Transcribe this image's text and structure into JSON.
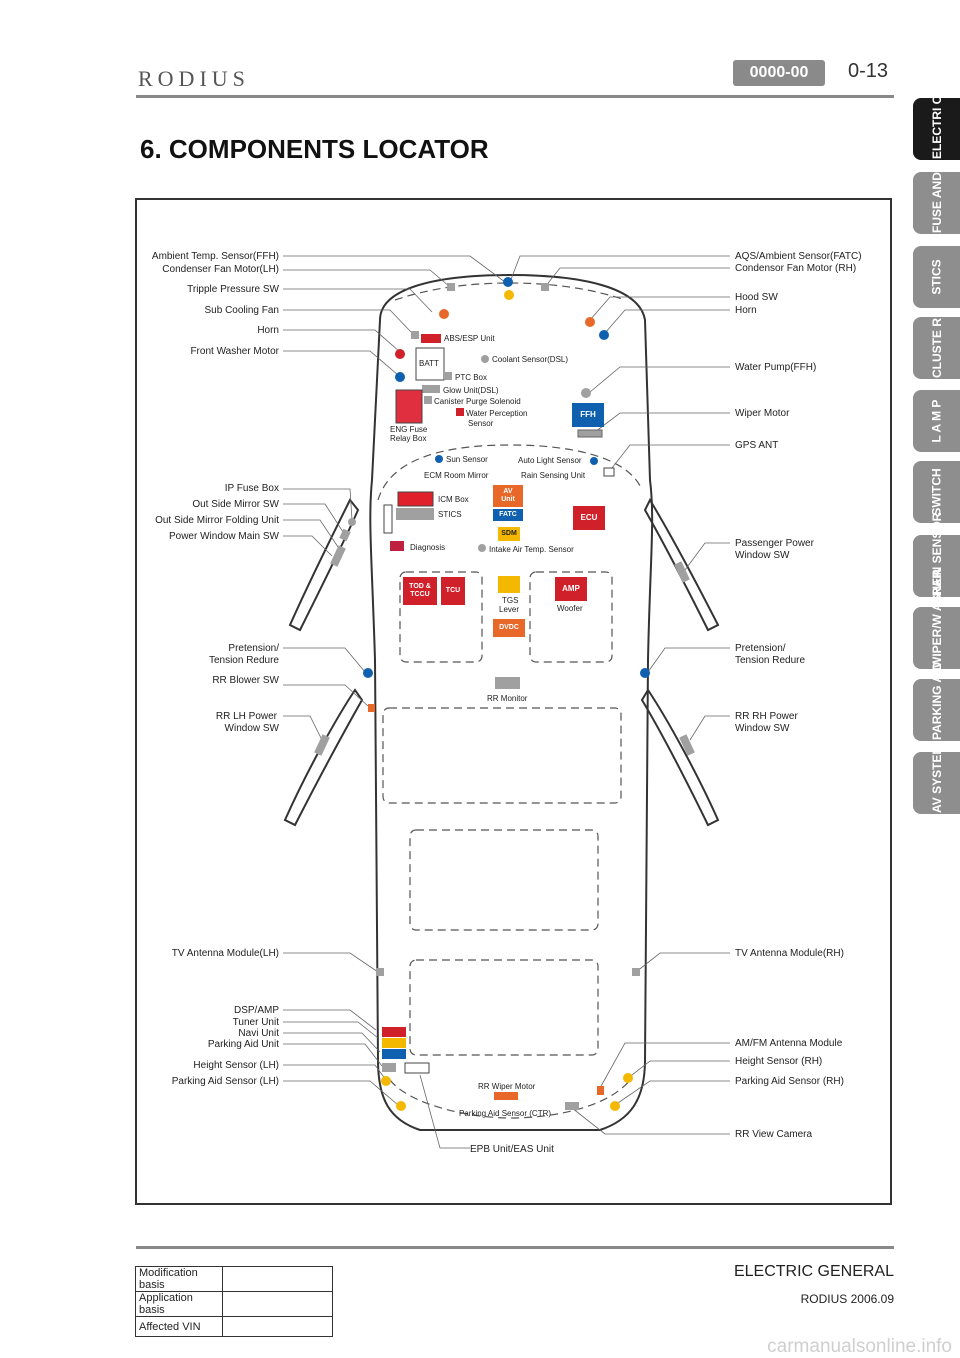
{
  "header": {
    "logo": "RODIUS",
    "code": "0000-00",
    "page": "0-13"
  },
  "title": "6. COMPONENTS LOCATOR",
  "tabs": [
    "ELECTRI C",
    "FUSE AND",
    "STICS",
    "CLUSTE R",
    "L A M P",
    "SWITCH",
    "RAIN SENSOR",
    "WIPER/W ASHER",
    "PARKING AID",
    "AV SYSTEM"
  ],
  "labels_left": [
    "Ambient Temp. Sensor(FFH)",
    "Condenser Fan Motor(LH)",
    "Tripple Pressure SW",
    "Sub Cooling Fan",
    "Horn",
    "Front Washer Motor",
    "IP Fuse Box",
    "Out Side Mirror SW",
    "Out Side Mirror Folding Unit",
    "Power Window Main SW",
    "Pretension/",
    "Tension Redure",
    "RR Blower SW",
    "RR LH Power",
    "Window SW",
    "TV Antenna Module(LH)",
    "DSP/AMP",
    "Tuner Unit",
    "Navi Unit",
    "Parking Aid Unit",
    "Height Sensor (LH)",
    "Parking Aid Sensor (LH)"
  ],
  "labels_right": [
    "AQS/Ambient Sensor(FATC)",
    "Condensor Fan Motor (RH)",
    "Hood SW",
    "Horn",
    "Water Pump(FFH)",
    "Wiper Motor",
    "GPS ANT",
    "Passenger Power",
    "Window SW",
    "Pretension/",
    "Tension Redure",
    "RR RH Power",
    "Window SW",
    "TV Antenna Module(RH)",
    "AM/FM Antenna Module",
    "Height Sensor (RH)",
    "Parking Aid Sensor (RH)",
    "RR View Camera"
  ],
  "components": {
    "abs": "ABS/ESP Unit",
    "batt": "BATT",
    "coolant": "Coolant Sensor(DSL)",
    "ptc": "PTC Box",
    "glow": "Glow Unit(DSL)",
    "canister": "Canister Purge Solenoid",
    "water1": "Water Perception",
    "water2": "Sensor",
    "engfuse1": "ENG Fuse",
    "engfuse2": "Relay Box",
    "ffh": "FFH",
    "sun": "Sun Sensor",
    "autolight": "Auto Light Sensor",
    "ecm": "ECM Room Mirror",
    "rain": "Rain Sensing Unit",
    "icm": "ICM Box",
    "stics": "STICS",
    "av1": "AV",
    "av2": "Unit",
    "fatc": "FATC",
    "ecu": "ECU",
    "sdm": "SDM",
    "diag": "Diagnosis",
    "intake": "Intake Air Temp. Sensor",
    "tod1": "TOD &",
    "tod2": "TCCU",
    "tcu": "TCU",
    "tgs1": "TGS",
    "tgs2": "Lever",
    "amp": "AMP",
    "woofer": "Woofer",
    "dvdc": "DVDC",
    "rrmon": "RR Monitor",
    "rrwiper": "RR Wiper Motor",
    "pactr": "Parking Aid Sensor (CTR)",
    "epb": "EPB Unit/EAS Unit"
  },
  "footer": {
    "section": "ELECTRIC GENERAL",
    "date": "RODIUS 2006.09",
    "table": [
      {
        "k": "Modification basis",
        "v": ""
      },
      {
        "k": "Application basis",
        "v": ""
      },
      {
        "k": "Affected VIN",
        "v": ""
      }
    ]
  },
  "watermark": "carmanualsonline.info",
  "colors": {
    "red": "#d0202a",
    "orange": "#e8682a",
    "yellow": "#f5b800",
    "blue": "#1060b0",
    "gray": "#a0a0a0"
  }
}
